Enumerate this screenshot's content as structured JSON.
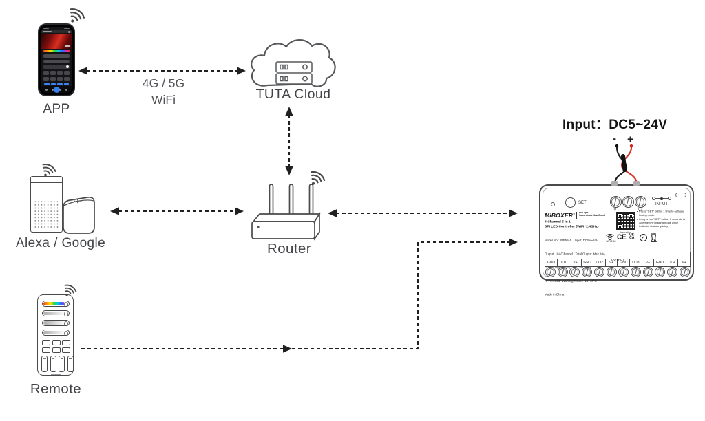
{
  "nodes": {
    "app": {
      "label": "APP"
    },
    "cloud": {
      "label": "TUTA Cloud"
    },
    "speakers": {
      "label": "Alexa / Google"
    },
    "router": {
      "label": "Router"
    },
    "remote": {
      "label": "Remote"
    }
  },
  "connections": {
    "app_cloud": {
      "line1": "4G / 5G",
      "line2": "WiFi"
    }
  },
  "power": {
    "heading": "Input：DC5~24V",
    "minus": "-",
    "plus": "+"
  },
  "controller": {
    "set_button": "SET",
    "terminal_vminus": "V-",
    "terminal_vplus": "V+",
    "input_label": "INPUT",
    "brand": "MiBOXER",
    "reg_mark": "®",
    "brand_tagline1": "Mi·Light",
    "brand_tagline2": "Subordinate New Brand",
    "product_line1": "4-Channel 5 in 1",
    "product_line2": "SPI LED Controller (WiFi+2.4GHz)",
    "specs": [
      "Model No.: SPW5-4    Input: DC5V~24V",
      "Output: 10A/Channel   Total Output: Max 10A",
      "Output Signal: SPI(TTL) : 800Kbps",
      "RF: 2.4GHz  Working Temp.: -10~40°C",
      "Made in China"
    ],
    "qr_caption": "Instruction",
    "notes": [
      "Press \"SET\" button 1 time to activate linking mode",
      "Long press \"SET\" button 3 seconds to activate WiFi pairing mode while indicator flashes quickly"
    ],
    "wifi_mark": "WiFi-2.4G",
    "marks": {
      "ce": "CE",
      "ukca_line1": "UK",
      "ukca_line2": "CA",
      "rohs_check": "✓"
    },
    "output": {
      "header": "OUTPUT",
      "terminals": [
        "GND",
        "DO1",
        "V+",
        "GND",
        "DO2",
        "V+",
        "GND",
        "DO3",
        "V+",
        "GND",
        "DO4",
        "V+"
      ]
    }
  }
}
